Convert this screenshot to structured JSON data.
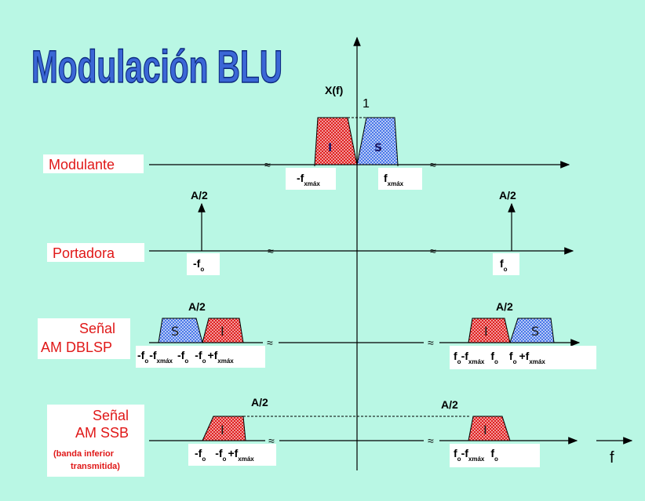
{
  "title": "Modulación BLU",
  "yaxis_label": "X(f)",
  "unit_mark": "1",
  "freq_axis_label": "f",
  "break_mark": "≈",
  "colors": {
    "background": "#b9f7e4",
    "lower_band": "#e02020",
    "upper_band": "#4a78e8",
    "title_fill": "#3b67d6",
    "label_red": "#e01818"
  },
  "rows": {
    "modulante": {
      "label": "Modulante",
      "band_lower": "I",
      "band_upper": "S",
      "tick_neg": {
        "pre": "-f",
        "sub": "xmáx",
        "post": ""
      },
      "tick_pos": {
        "pre": "f",
        "sub": "xmáx",
        "post": ""
      }
    },
    "portadora": {
      "label": "Portadora",
      "amp_left": "A/2",
      "amp_right": "A/2",
      "tick_neg": {
        "pre": "-f",
        "sub": "o",
        "post": ""
      },
      "tick_pos": {
        "pre": "f",
        "sub": "o",
        "post": ""
      }
    },
    "dblsp": {
      "label_line1": "Señal",
      "label_line2": "AM DBLSP",
      "amp_left": "A/2",
      "amp_right": "A/2",
      "left_bands": [
        "S",
        "I"
      ],
      "right_bands": [
        "I",
        "S"
      ],
      "ticks_left": [
        {
          "pre": "-f",
          "sub": "o",
          "post": ""
        },
        {
          "pre": "-f",
          "sub": "xmáx",
          "post": ""
        },
        {
          "pre": "-f",
          "sub": "o",
          "post": ""
        },
        {
          "pre": "-f",
          "sub": "o",
          "post": "+f"
        },
        {
          "pre": "",
          "sub": "xmáx",
          "post": ""
        }
      ],
      "ticks_right": [
        {
          "pre": "f",
          "sub": "o",
          "post": "-f"
        },
        {
          "pre": "",
          "sub": "xmáx",
          "post": ""
        },
        {
          "pre": "f",
          "sub": "o",
          "post": ""
        },
        {
          "pre": "f",
          "sub": "o",
          "post": "+f"
        },
        {
          "pre": "",
          "sub": "xmáx",
          "post": ""
        }
      ]
    },
    "ssb": {
      "label_line1": "Señal",
      "label_line2": "AM SSB",
      "label_line3": "(banda inferior",
      "label_line4": "transmitida)",
      "amp_left": "A/2",
      "amp_right": "A/2",
      "band_left": "I",
      "band_right": "I",
      "ticks_left": [
        {
          "pre": "-f",
          "sub": "o",
          "post": ""
        },
        {
          "pre": "-f",
          "sub": "o",
          "post": "+f"
        },
        {
          "pre": "",
          "sub": "xmáx",
          "post": ""
        }
      ],
      "ticks_right": [
        {
          "pre": "f",
          "sub": "o",
          "post": "-f"
        },
        {
          "pre": "",
          "sub": "xmáx",
          "post": ""
        },
        {
          "pre": "f",
          "sub": "o",
          "post": ""
        }
      ]
    }
  }
}
